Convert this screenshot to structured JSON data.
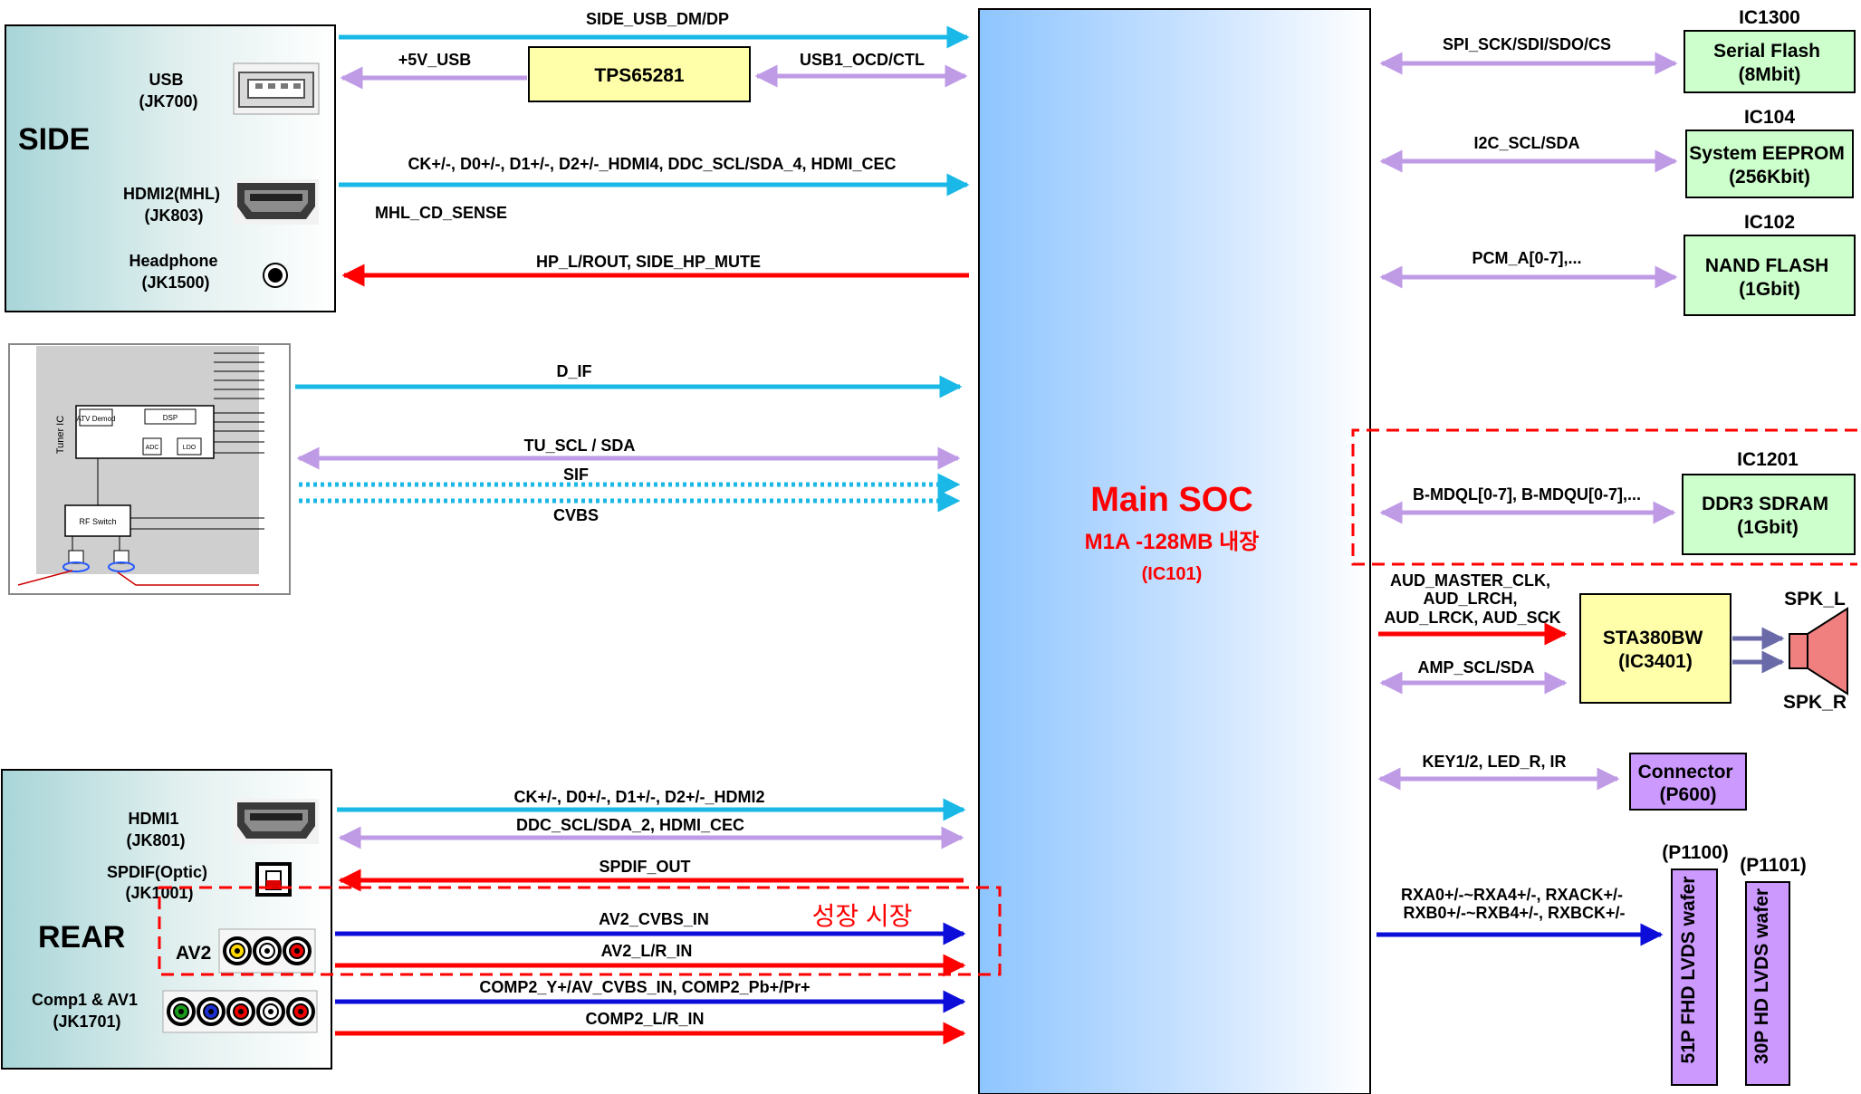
{
  "side": {
    "title": "SIDE",
    "usb_label": [
      "USB",
      "(JK700)"
    ],
    "hdmi2_label": [
      "HDMI2(MHL)",
      "(JK803)"
    ],
    "headphone_label": [
      "Headphone",
      "(JK1500)"
    ]
  },
  "tps": {
    "name": "TPS65281"
  },
  "signals_left": {
    "side_usb": "SIDE_USB_DM/DP",
    "plus5v_usb": "+5V_USB",
    "usb1_ocd": "USB1_OCD/CTL",
    "hdmi4": "CK+/-, D0+/-, D1+/-, D2+/-_HDMI4, DDC_SCL/SDA_4, HDMI_CEC",
    "mhl_cd": "MHL_CD_SENSE",
    "hp": "HP_L/ROUT, SIDE_HP_MUTE",
    "d_if": "D_IF",
    "tu_scl": "TU_SCL / SDA",
    "sif": "SIF",
    "cvbs": "CVBS",
    "hdmi2": "CK+/-, D0+/-, D1+/-, D2+/-_HDMI2",
    "ddc2": "DDC_SCL/SDA_2, HDMI_CEC",
    "spdif_out": "SPDIF_OUT",
    "av2_cvbs": "AV2_CVBS_IN",
    "av2_lr": "AV2_L/R_IN",
    "comp2": "COMP2_Y+/AV_CVBS_IN, COMP2_Pb+/Pr+",
    "comp2_lr": "COMP2_L/R_IN"
  },
  "growth_market": "성장 시장",
  "rear": {
    "title": "REAR",
    "hdmi1_label": [
      "HDMI1",
      "(JK801)"
    ],
    "spdif_label": [
      "SPDIF(Optic)",
      "(JK1001)"
    ],
    "av2_label": "AV2",
    "comp_label": [
      "Comp1 & AV1",
      "(JK1701)"
    ]
  },
  "soc": {
    "title": "Main SOC",
    "subtitle": "M1A -128MB 내장",
    "ref": "(IC101)"
  },
  "signals_right": {
    "spi": "SPI_SCK/SDI/SDO/CS",
    "i2c": "I2C_SCL/SDA",
    "pcm": "PCM_A[0-7],...",
    "ddr": "B-MDQL[0-7], B-MDQU[0-7],...",
    "aud": [
      "AUD_MASTER_CLK,",
      "AUD_LRCH,",
      "AUD_LRCK, AUD_SCK"
    ],
    "amp": "AMP_SCL/SDA",
    "key": "KEY1/2, LED_R, IR",
    "lvds": [
      "RXA0+/-~RXA4+/-, RXACK+/-",
      "RXB0+/-~RXB4+/-, RXBCK+/-"
    ]
  },
  "peripherals": {
    "ic1300": {
      "ref": "IC1300",
      "name": [
        "Serial Flash",
        "(8Mbit)"
      ]
    },
    "ic104": {
      "ref": "IC104",
      "name": [
        "System EEPROM",
        "(256Kbit)"
      ]
    },
    "ic102": {
      "ref": "IC102",
      "name": [
        "NAND FLASH",
        "(1Gbit)"
      ]
    },
    "ic1201": {
      "ref": "IC1201",
      "name": [
        "DDR3 SDRAM",
        "(1Gbit)"
      ]
    },
    "amp": {
      "name": [
        "STA380BW",
        "(IC3401)"
      ]
    },
    "spk_l": "SPK_L",
    "spk_r": "SPK_R",
    "connector": {
      "name": [
        "Connector",
        "(P600)"
      ]
    },
    "p1100": {
      "ref": "(P1100)",
      "name": "51P  FHD LVDS wafer"
    },
    "p1101": {
      "ref": "(P1101)",
      "name": "30P HD LVDS wafer"
    }
  },
  "tuner": {
    "chip_title": "Tuner IC",
    "block_labels": [
      "ATV Demod",
      "DSP",
      "ADC",
      "LDO",
      "RF Switch"
    ]
  },
  "colors": {
    "cyan": "#19b8e6",
    "lavender": "#bf9be6",
    "red": "#ff0000",
    "blue": "#0d0dd9",
    "soc_text": "#ff0000"
  }
}
